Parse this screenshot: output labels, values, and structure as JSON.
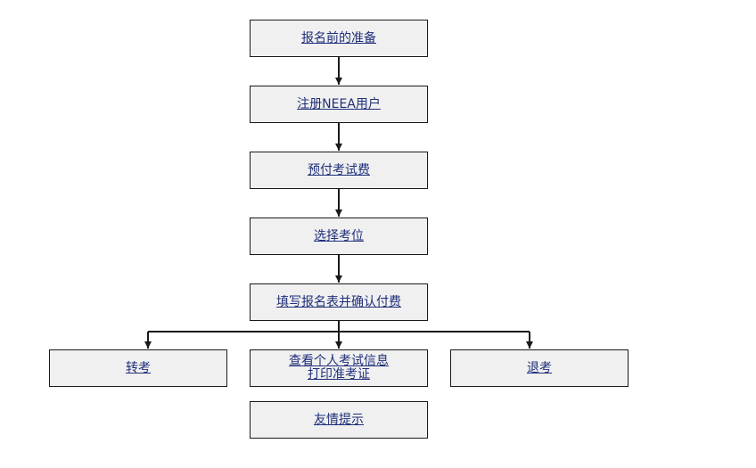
{
  "steps": {
    "prepare": "报名前的准备",
    "register": "注册NEEA用户",
    "prepay": "预付考试费",
    "seat": "选择考位",
    "fill_form": "填写报名表并确认付费",
    "transfer": "转考",
    "view_info_line1": "查看个人考试信息",
    "view_info_line2": "打印准考证",
    "withdraw": "退考",
    "tips": "友情提示"
  },
  "colors": {
    "box_fill": "#f0f0f0",
    "box_border": "#1a1a1a",
    "link": "#1f2f7a",
    "connector": "#1a1a1a"
  }
}
